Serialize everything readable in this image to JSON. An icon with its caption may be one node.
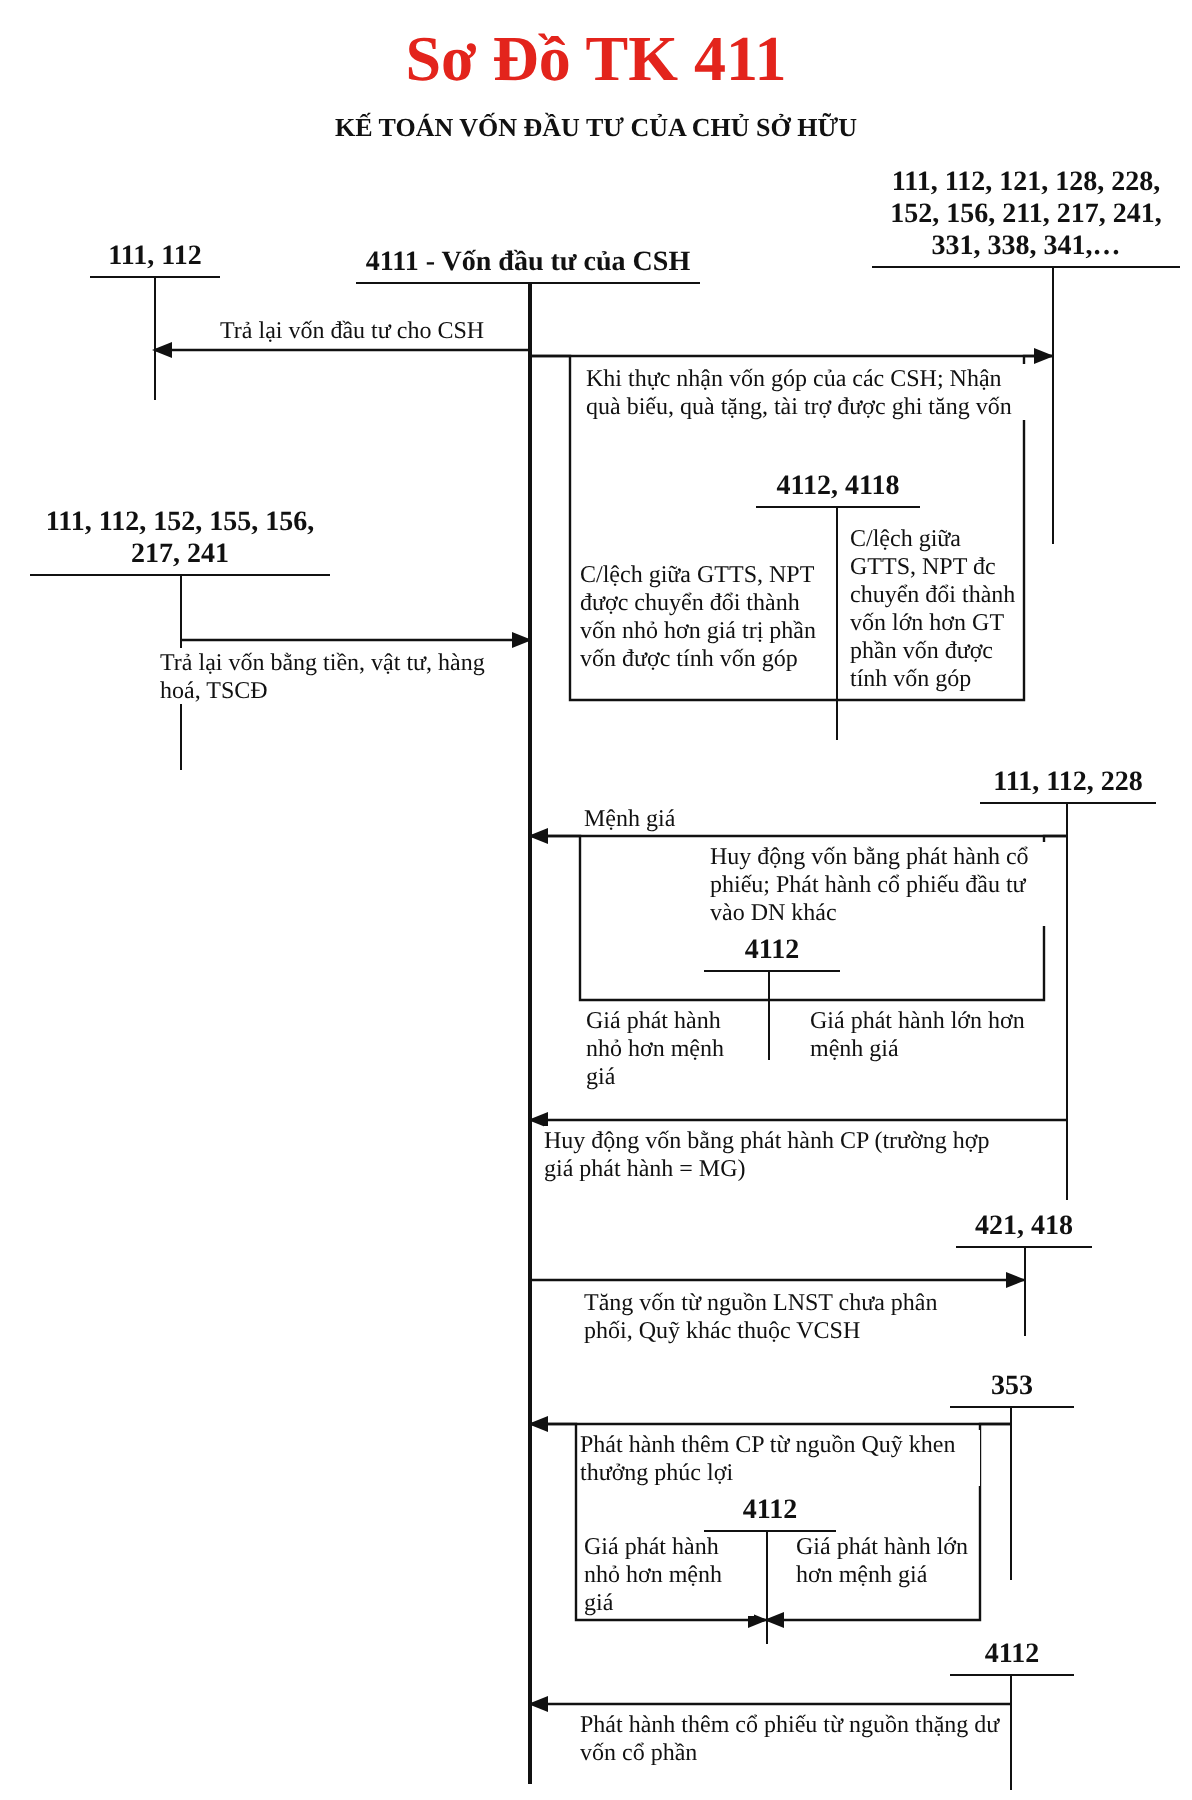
{
  "diagram": {
    "title": "Sơ Đồ TK 411",
    "nodes": [
      {
        "text": [
          "111, 112"
        ]
      },
      {
        "text": [
          "4111 - Vốn đầu tư của CSH"
        ]
      },
      {
        "text": [
          "111, 112, 121, 128, 228, 152, 156, 211, 217, 241, 331, 338, 341,…"
        ]
      },
      {
        "text": [
          "4112, 4118"
        ]
      },
      {
        "text": [
          "111, 112, 152, 155, 156, 217, 241"
        ]
      },
      {
        "text": [
          "111, 112, 228"
        ]
      },
      {
        "text": [
          "4112"
        ]
      },
      {
        "text": [
          "421, 418"
        ]
      },
      {
        "text": [
          "353"
        ]
      },
      {
        "text": [
          "4112"
        ]
      },
      {
        "text": [
          "4112"
        ]
      }
    ],
    "edges": [
      {
        "from": 1,
        "to": 0,
        "arrow": "to",
        "label": "Trả lại vốn đầu tư cho CSH"
      },
      {
        "from": 1,
        "to": 2,
        "arrow": "to",
        "label": "Khi thực nhận vốn góp của các CSH; Nhận quà biếu, quà tặng, tài trợ được ghi tăng vốn"
      },
      {
        "from": 1,
        "to": 3,
        "arrow": "none",
        "label": "C/lệch giữa GTTS, NPT được chuyển đổi thành vốn nhỏ hơn giá trị phần vốn được tính vốn góp"
      },
      {
        "from": 2,
        "to": 3,
        "arrow": "none",
        "label": "C/lệch giữa GTTS, NPT đc chuyển đổi thành vốn lớn hơn GT phần vốn được tính vốn góp"
      },
      {
        "from": 4,
        "to": 1,
        "arrow": "to",
        "label": "Trả lại vốn bằng tiền, vật tư, hàng hoá, TSCĐ"
      },
      {
        "from": 5,
        "to": 1,
        "arrow": "to",
        "label": "Huy động vốn bằng phát hành cổ phiếu; Phát hành cổ phiếu đầu tư vào DN khác"
      },
      {
        "from": 1,
        "to": 6,
        "arrow": "none",
        "label": "Giá phát hành nhỏ hơn mệnh giá"
      },
      {
        "from": 5,
        "to": 6,
        "arrow": "none",
        "label": "Giá phát hành lớn hơn mệnh giá"
      },
      {
        "from": 5,
        "to": 1,
        "arrow": "to",
        "label": "Huy động vốn bằng phát hành CP (trường hợp giá phát hành = MG)"
      },
      {
        "from": 1,
        "to": 7,
        "arrow": "to",
        "label": "Tăng vốn từ nguồn LNST chưa phân phối, Quỹ khác thuộc VCSH"
      },
      {
        "from": 8,
        "to": 1,
        "arrow": "to",
        "label": "Phát hành thêm CP từ nguồn Quỹ khen thưởng phúc lợi"
      },
      {
        "from": 1,
        "to": 9,
        "arrow": "to",
        "label": "Giá phát hành nhỏ hơn mệnh giá"
      },
      {
        "from": 8,
        "to": 9,
        "arrow": "to",
        "label": "Giá phát hành lớn hơn mệnh giá"
      },
      {
        "from": 10,
        "to": 1,
        "arrow": "to",
        "label": "Phát hành thêm cổ phiếu từ nguồn thặng dư vốn cổ phần"
      }
    ],
    "labels": [
      "KẾ TOÁN VỐN ĐẦU TƯ CỦA CHỦ SỞ HỮU",
      "Mệnh giá"
    ]
  }
}
